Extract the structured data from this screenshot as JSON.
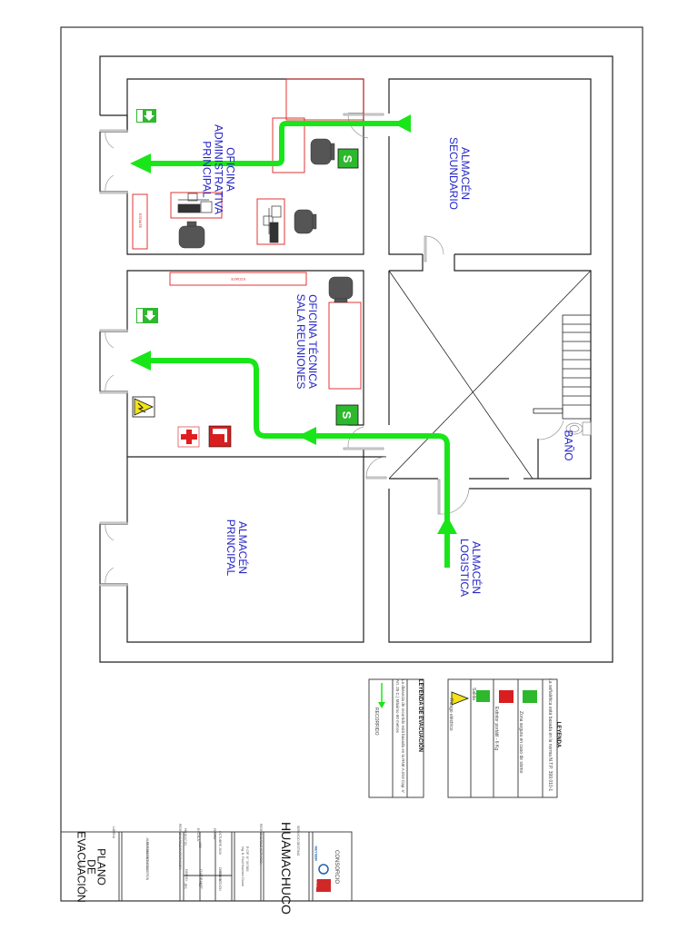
{
  "plan": {
    "title_lines": [
      "PLANO",
      "DE",
      "EVACUACIÓN"
    ],
    "sheet_code": "PE-01",
    "sheet_label": "LÁMINA",
    "rooms": [
      {
        "id": "oficina-administrativa",
        "lines": [
          "OFICINA",
          "ADMINISTRATIVA",
          "PRINCIPAL"
        ]
      },
      {
        "id": "almacen-secundario",
        "lines": [
          "ALMACÉN",
          "SECUNDARIO"
        ]
      },
      {
        "id": "oficina-tecnica",
        "lines": [
          "OFICINA TÉCNICA",
          "SALA REUNIONES"
        ]
      },
      {
        "id": "bano",
        "lines": [
          "BAÑO"
        ]
      },
      {
        "id": "almacen-principal",
        "lines": [
          "ALMACÉN",
          "PRINCIPAL"
        ]
      },
      {
        "id": "almacen-logistica",
        "lines": [
          "ALMACÉN",
          "LOGISTICA"
        ]
      }
    ],
    "furniture_labels": {
      "estante_1": "ESTANTE",
      "estante_2": "ESTANTE"
    },
    "colors": {
      "route": "#19e619",
      "walls": "#222222",
      "furniture": "#e02020",
      "room_text": "#2424c8",
      "exit_sign": "#2db82d",
      "extinguisher": "#d81e1e",
      "hazard": "#f2e21a"
    }
  },
  "legend": {
    "title": "LEYENDA",
    "note": "La señalética está basada en la norma N.T.P. 399.010-1",
    "items": [
      {
        "icon": "safe-zone-icon",
        "label": "Zona segura en caso de sismo"
      },
      {
        "icon": "fire-extinguisher-icon",
        "label": "Extintor portátil - 6 Kg"
      },
      {
        "icon": "exit-sign-icon",
        "label": "Salida"
      },
      {
        "icon": "electrical-hazard-icon",
        "label": "Riesgo eléctrico"
      }
    ]
  },
  "evac_legend": {
    "title": "LEYENDA DE EVACUACIÓN",
    "note": "La distancia de recorrido está basada en la RNE A.010 Cap. V Art. 25 C.) Máximo 60 metros",
    "route_label": "RECORRIDO"
  },
  "title_block": {
    "consorcio_label": "CONSORCIO",
    "logo_1": "SERSIA",
    "logo_2": "NEYSER",
    "project_label": "SERVICIO DESTINO:",
    "project_name": "HUAMACHUCO",
    "resp_label": "RESPONSABLE SERVICIO:",
    "resp_name": "Ing. N. Raúl Huamán Chuán",
    "resp_id": "R.CIP. N° 347883",
    "fecha_label": "FECHA:",
    "fecha_value": "OCTUBRE 2016",
    "escala_label": "ESCALA:",
    "escala_value": "1/50",
    "hoja_label": "HOJA N°:",
    "hoja_value": "01",
    "rev_label": "REV. N°:",
    "rev_value": "DESTRUCCIÓN",
    "dibujo_label": "DIBUJO:",
    "dibujo_value": "JRS",
    "cuadrante_label": "CUADRANTE:",
    "cuadrante_value": "01",
    "firma_label": "RESPONSABLE/SUPERVISOR:",
    "prevencionista_label": "PREVENCIONISTA",
    "prevencionista_name": "JUAN SÁNCHEZ CALDERÓN"
  }
}
